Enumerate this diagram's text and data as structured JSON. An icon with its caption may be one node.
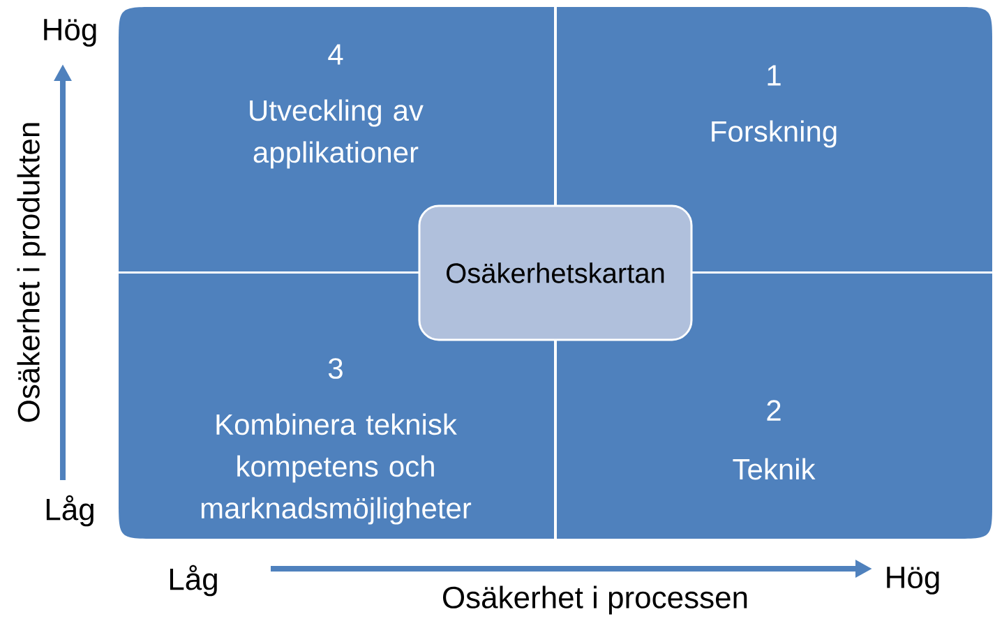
{
  "diagram": {
    "nodes": [
      {
        "text": [
          "4",
          "Utveckling av applikationer"
        ]
      },
      {
        "text": [
          "1",
          "Forskning"
        ]
      },
      {
        "text": [
          "Osäkerhetskartan"
        ]
      },
      {
        "text": [
          "3",
          "Kombinera teknisk kompetens och marknadsmöjligheter"
        ]
      },
      {
        "text": [
          "2",
          "Teknik"
        ]
      }
    ],
    "labels": [
      "Hög",
      "Osäkerhet i produkten",
      "Låg",
      "Låg",
      "Osäkerhet i processen",
      "Hög"
    ]
  }
}
